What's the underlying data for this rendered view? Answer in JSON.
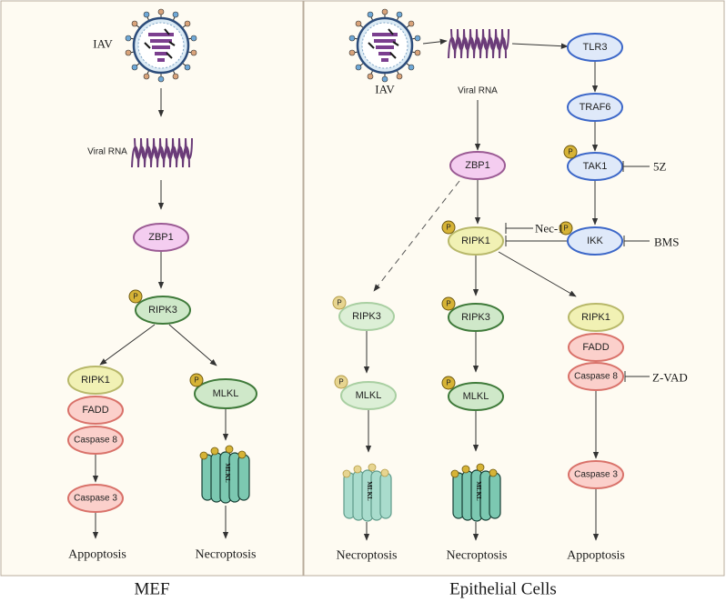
{
  "panels": {
    "left_title": "MEF",
    "right_title": "Epithelial Cells"
  },
  "labels": {
    "iav": "IAV",
    "viral_rna": "Viral RNA",
    "phospho": "P",
    "mlkl_pore": "MLKL"
  },
  "nodes": {
    "zbp1": "ZBP1",
    "ripk3": "RIPK3",
    "ripk1": "RIPK1",
    "fadd": "FADD",
    "caspase8": "Caspase 8",
    "caspase3": "Caspase 3",
    "mlkl": "MLKL",
    "tlr3": "TLR3",
    "traf6": "TRAF6",
    "tak1": "TAK1",
    "ikk": "IKK"
  },
  "inhibitors": {
    "nec1": "Nec-1",
    "z5": "5Z",
    "bms": "BMS",
    "zvad": "Z-VAD"
  },
  "outcomes": {
    "apoptosis": "Appoptosis",
    "apoptosis_right": "Appoptosis",
    "necroptosis": "Necroptosis"
  },
  "colors": {
    "zbp1_fill": "#f4cdf0",
    "zbp1_stroke": "#9b5b94",
    "ripk3_fill": "#cfe8c9",
    "ripk3_stroke": "#3f7a3a",
    "ripk3_light_fill": "#dcefd6",
    "ripk3_light_stroke": "#a9cfa2",
    "ripk1_fill": "#f1f1b4",
    "ripk1_stroke": "#b8b86a",
    "fadd_fill": "#fbd0cb",
    "fadd_stroke": "#d9726a",
    "tlr_fill": "#dfe9f9",
    "tlr_stroke": "#3c67c8",
    "rna": "#6b3c79",
    "phospho_fill": "#d6b336",
    "phospho_stroke": "#6f5a12",
    "mlkl_pore_fill": "#7cc8b1",
    "mlkl_pore_stroke": "#153d33",
    "mlkl_pore_light_fill": "#a9dccd",
    "mlkl_pore_light_stroke": "#5e9a89"
  }
}
